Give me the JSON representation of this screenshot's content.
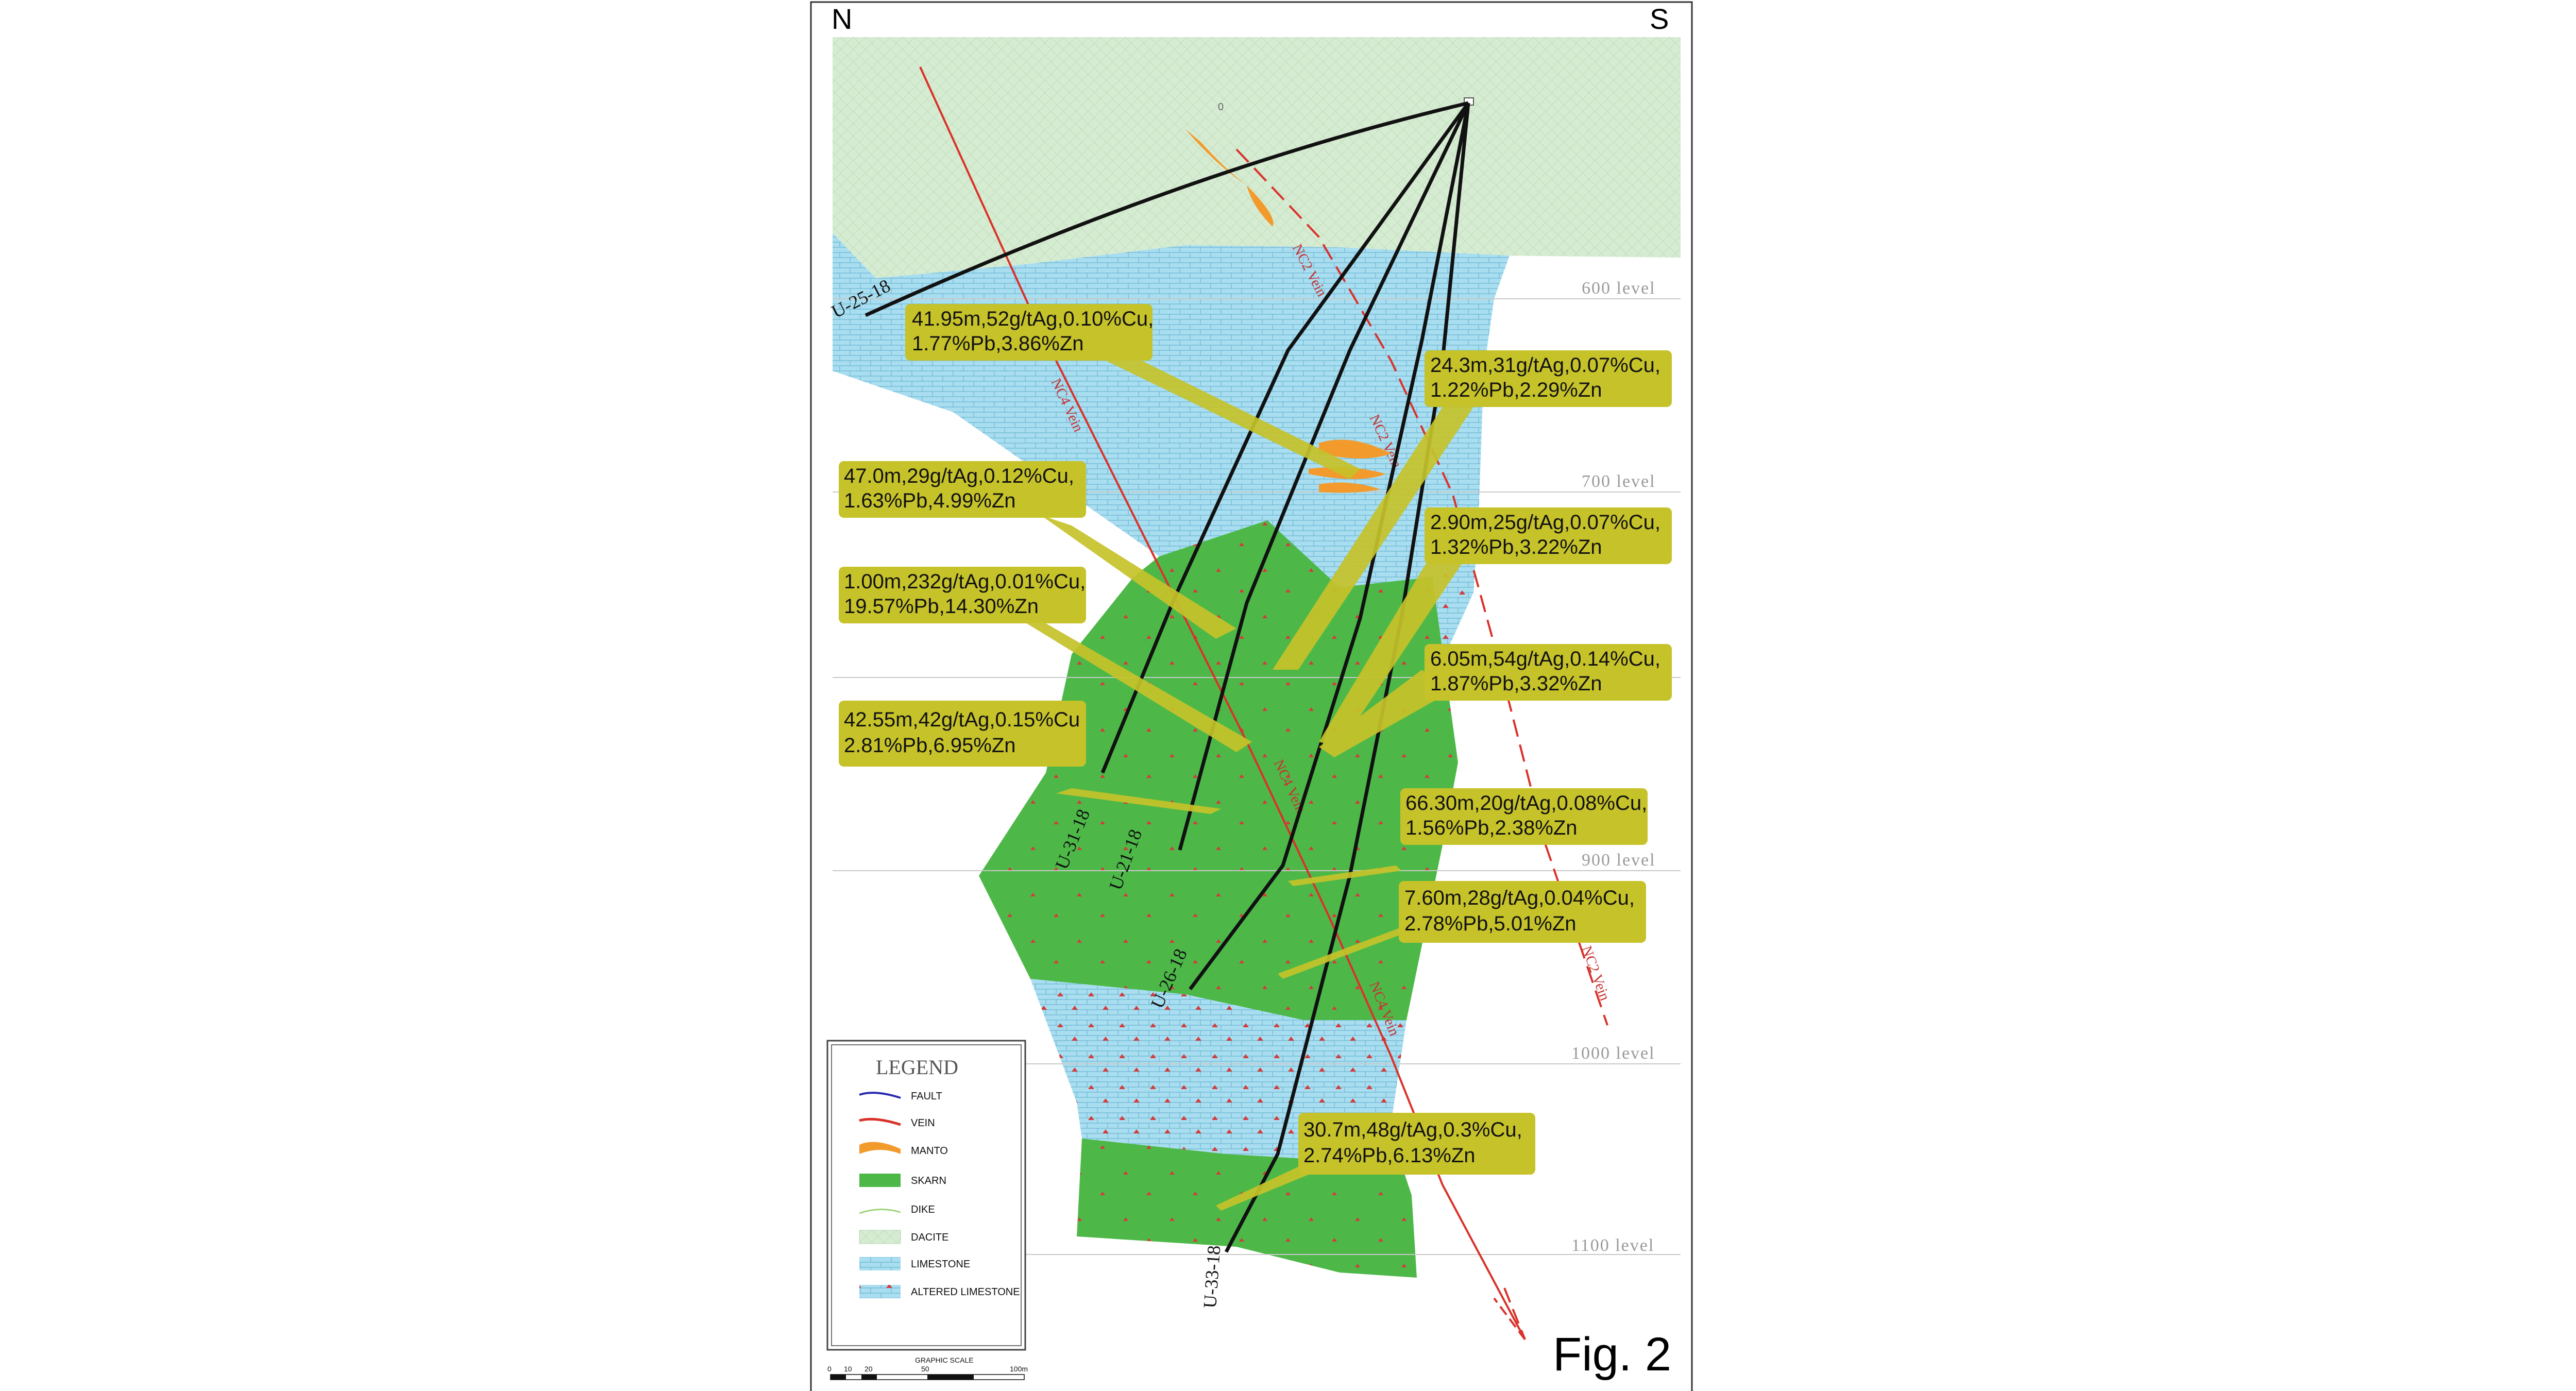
{
  "directions": {
    "north": "N",
    "south": "S"
  },
  "top_marker": "0",
  "levels": [
    "600 level",
    "700 level",
    "900 level",
    "1000 level",
    "1100 level"
  ],
  "drill_holes": [
    "U-25-18",
    "U-31-18",
    "U-21-18",
    "U-26-18",
    "U-33-18"
  ],
  "veins": [
    "NC2 Vein",
    "NC4 Vein",
    "NC2 Vein",
    "NC4 Vein",
    "NC4 Vein",
    "NC2 Vein"
  ],
  "intercepts": [
    {
      "line1": "41.95m,52g/tAg,0.10%Cu,",
      "line2": "1.77%Pb,3.86%Zn"
    },
    {
      "line1": "24.3m,31g/tAg,0.07%Cu,",
      "line2": "1.22%Pb,2.29%Zn"
    },
    {
      "line1": "47.0m,29g/tAg,0.12%Cu,",
      "line2": "1.63%Pb,4.99%Zn"
    },
    {
      "line1": "2.90m,25g/tAg,0.07%Cu,",
      "line2": "1.32%Pb,3.22%Zn"
    },
    {
      "line1": "1.00m,232g/tAg,0.01%Cu,",
      "line2": "19.57%Pb,14.30%Zn"
    },
    {
      "line1": "6.05m,54g/tAg,0.14%Cu,",
      "line2": "1.87%Pb,3.32%Zn"
    },
    {
      "line1": "42.55m,42g/tAg,0.15%Cu",
      "line2": "2.81%Pb,6.95%Zn"
    },
    {
      "line1": "66.30m,20g/tAg,0.08%Cu,",
      "line2": "1.56%Pb,2.38%Zn"
    },
    {
      "line1": "7.60m,28g/tAg,0.04%Cu,",
      "line2": "2.78%Pb,5.01%Zn"
    },
    {
      "line1": "30.7m,48g/tAg,0.3%Cu,",
      "line2": "2.74%Pb,6.13%Zn"
    }
  ],
  "legend": {
    "title": "LEGEND",
    "items": [
      "FAULT",
      "VEIN",
      "MANTO",
      "SKARN",
      "DIKE",
      "DACITE",
      "LIMESTONE",
      "ALTERED LIMESTONE"
    ]
  },
  "scale": {
    "title": "GRAPHIC SCALE",
    "ticks": [
      "0",
      "10",
      "20",
      "50",
      "100m"
    ]
  },
  "figure_label": "Fig. 2",
  "colors": {
    "dacite": "#d6ecd2",
    "limestone": "#a9def0",
    "skarn": "#4db848",
    "callout": "#c6c22a",
    "vein": "#d9322a",
    "manto": "#f39a2c",
    "drill": "#111111"
  }
}
